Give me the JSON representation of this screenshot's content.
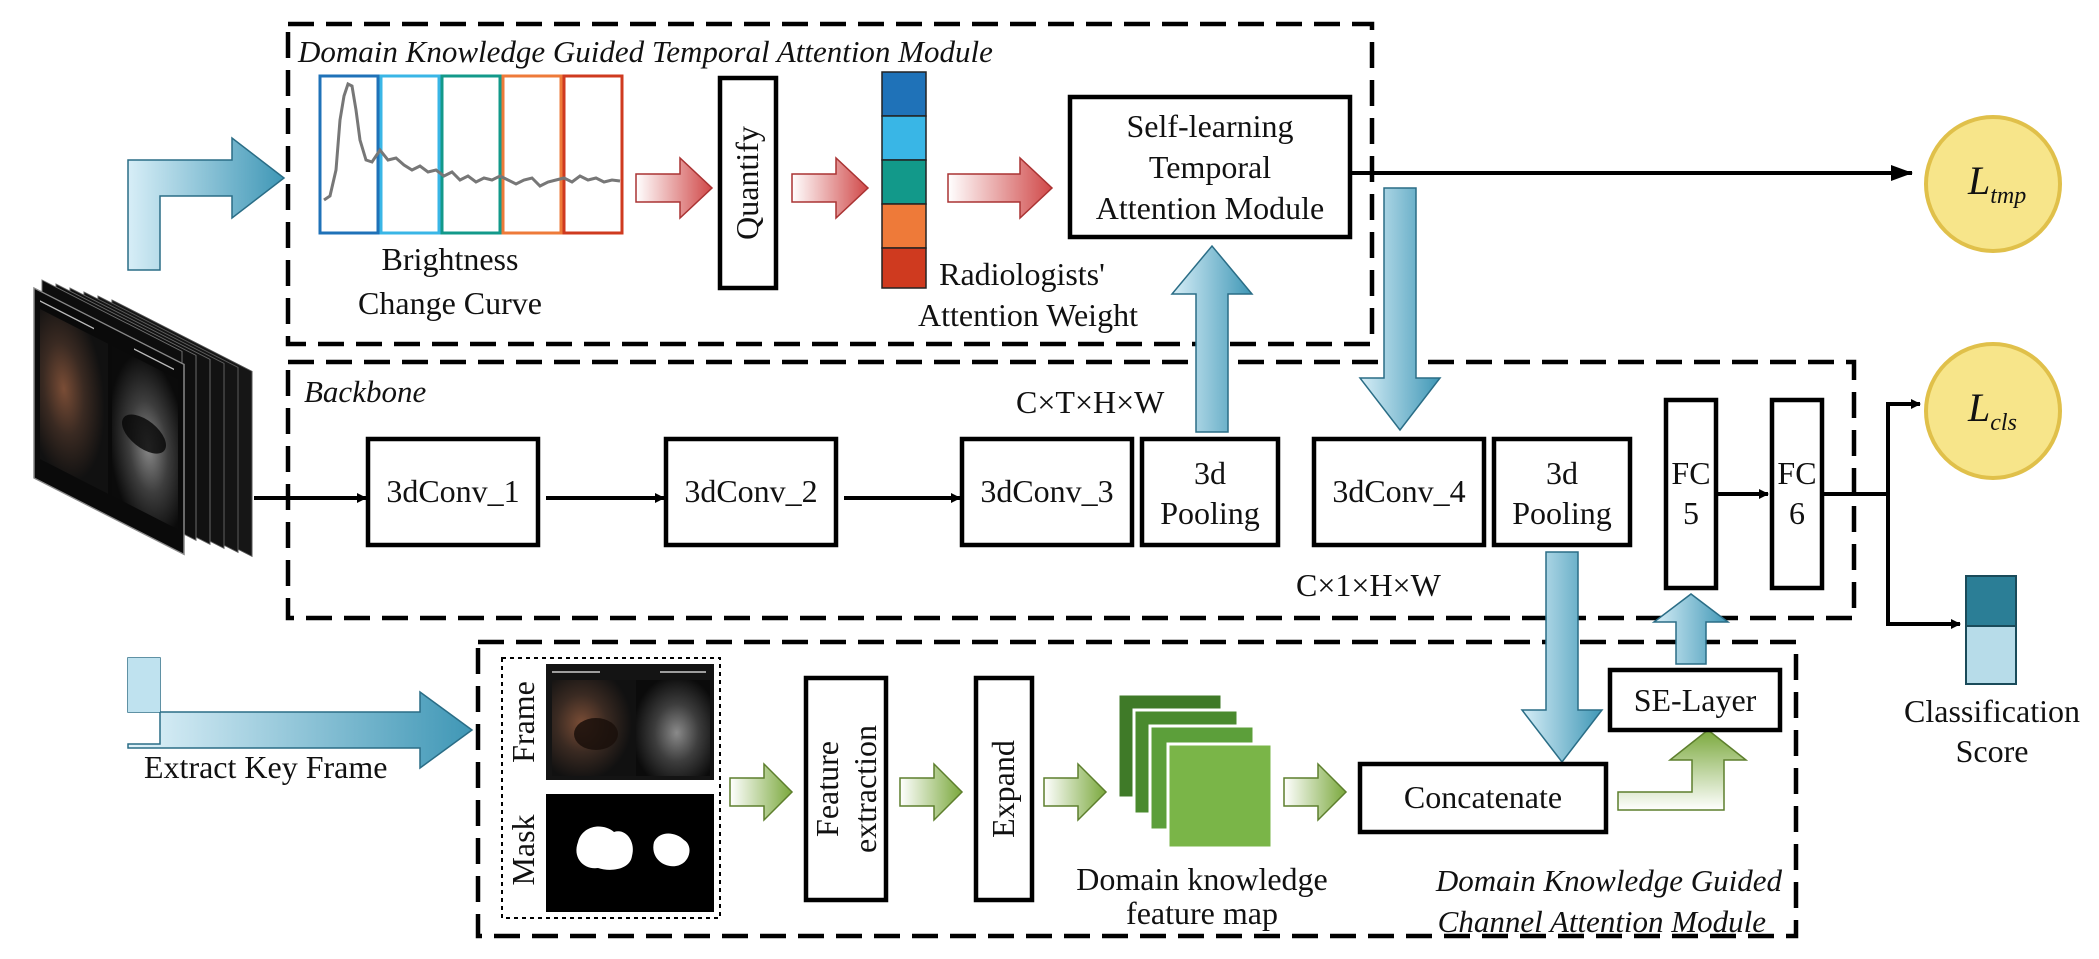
{
  "temporal_module": {
    "title": "Domain Knowledge Guided Temporal Attention Module",
    "curve_label": [
      "Brightness",
      "Change Curve"
    ],
    "quantify": "Quantify",
    "weight_label": [
      "Radiologists'",
      "Attention Weight"
    ],
    "self_learning": [
      "Self-learning",
      "Temporal",
      "Attention Module"
    ],
    "weight_colors": [
      "#1f72b8",
      "#39b6e6",
      "#12998a",
      "#ee7a39",
      "#cf3a1f"
    ]
  },
  "backbone": {
    "title": "Backbone",
    "conv1": "3dConv_1",
    "conv2": "3dConv_2",
    "conv3": "3dConv_3",
    "pool1": [
      "3d",
      "Pooling"
    ],
    "conv4": "3dConv_4",
    "pool2": [
      "3d",
      "Pooling"
    ],
    "fc5": [
      "FC",
      "5"
    ],
    "fc6": [
      "FC",
      "6"
    ],
    "dim_top": "C×T×H×W",
    "dim_bottom": "C×1×H×W"
  },
  "channel_module": {
    "title": [
      "Domain Knowledge Guided",
      "Channel Attention Module"
    ],
    "frame": "Frame",
    "mask": "Mask",
    "feature_extraction": [
      "Feature",
      "extraction"
    ],
    "expand": "Expand",
    "feature_map_label": [
      "Domain knowledge",
      "feature map"
    ],
    "concatenate": "Concatenate",
    "se_layer": "SE-Layer"
  },
  "extract_key_frame": "Extract Key Frame",
  "losses": {
    "tmp": {
      "main": "L",
      "sub": "tmp"
    },
    "cls": {
      "main": "L",
      "sub": "cls"
    }
  },
  "classification_score": [
    "Classification",
    "Score"
  ]
}
